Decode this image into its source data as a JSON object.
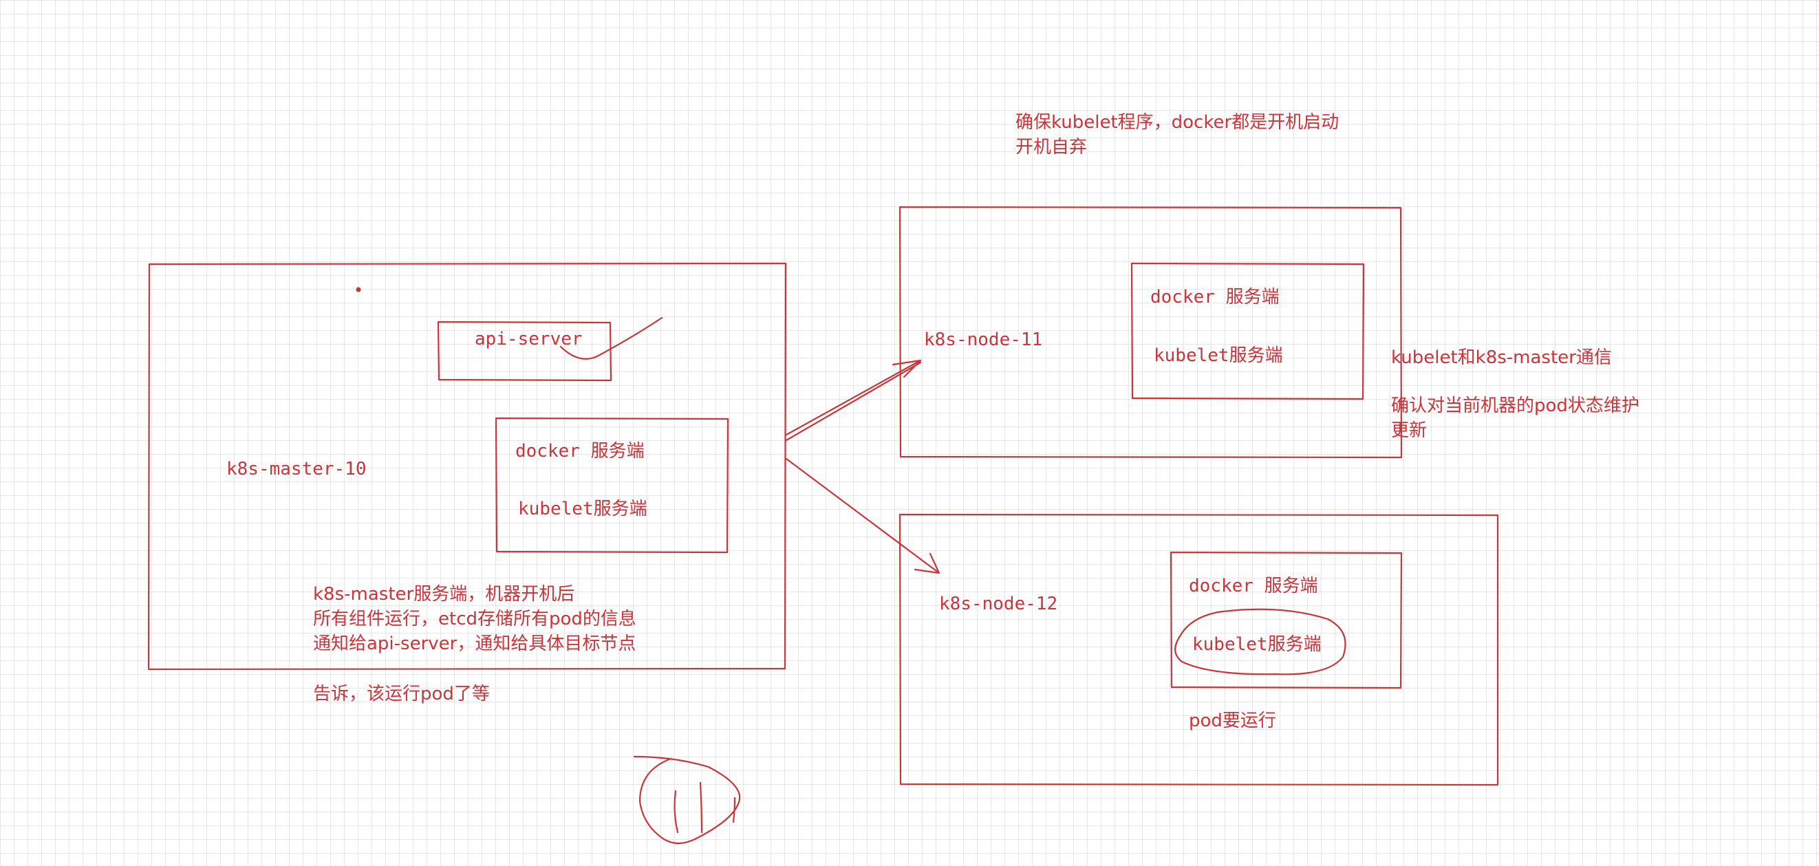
{
  "colors": {
    "ink": "#c8353b",
    "grid": "#e6e6e6",
    "background": "#ffffff"
  },
  "master": {
    "node_label": "k8s-master-10",
    "api_server_label": "api-server",
    "docker_label": "docker 服务端",
    "kubelet_label": "kubelet服务端",
    "description_lines": [
      "k8s-master服务端，机器开机后",
      "所有组件运行，etcd存储所有pod的信息",
      "通知给api-server，通知给具体目标节点"
    ],
    "footer_note": "告诉，该运行pod了等"
  },
  "top_note": {
    "lines": [
      "确保kubelet程序，docker都是开机启动",
      "开机自弃"
    ]
  },
  "node11": {
    "node_label": "k8s-node-11",
    "docker_label": "docker 服务端",
    "kubelet_label": "kubelet服务端",
    "side_note_1": "kubelet和k8s-master通信",
    "side_note_2_lines": [
      "确认对当前机器的pod状态维护",
      "更新"
    ]
  },
  "node12": {
    "node_label": "k8s-node-12",
    "docker_label": "docker 服务端",
    "kubelet_label": "kubelet服务端",
    "pod_note": "pod要运行"
  }
}
